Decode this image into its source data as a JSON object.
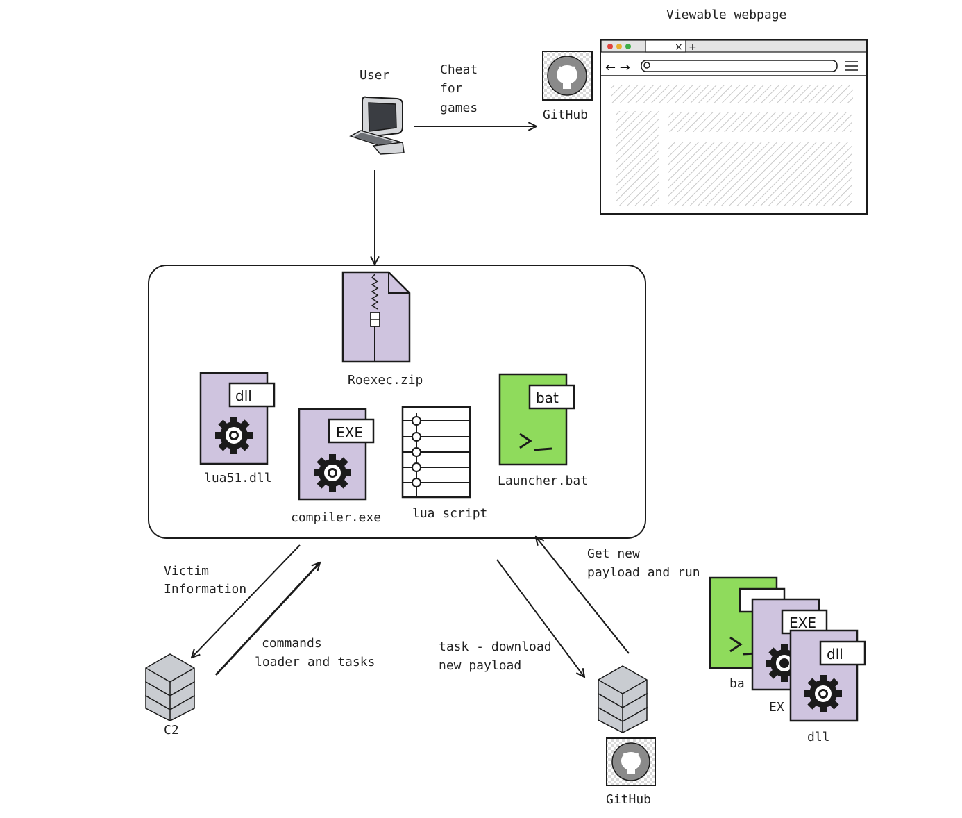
{
  "colors": {
    "purple_file": "#cfc4df",
    "green_file": "#8fdb5c",
    "server_gray": "#c9ccd1",
    "outline": "#1b1b1b",
    "hatch": "#c8c8c8",
    "github_circle": "#8a8a8a",
    "browser_red": "#e0443e",
    "browser_yellow": "#e8b030",
    "browser_green": "#3fae48"
  },
  "top": {
    "user_label": "User",
    "arrow_label_lines": [
      "Cheat",
      "for",
      "games"
    ],
    "github_label": "GitHub",
    "webpage_label": "Viewable webpage",
    "browser_tab_close": "×",
    "browser_tab_new": "+",
    "browser_nav": "← →"
  },
  "package": {
    "zip_label": "Roexec.zip",
    "files": [
      {
        "label": "lua51.dll",
        "tag": "dll",
        "icon": "gear-icon"
      },
      {
        "label": "compiler.exe",
        "tag": "EXE",
        "icon": "gear-icon"
      },
      {
        "label": "lua script",
        "tag": "",
        "icon": "list-icon"
      },
      {
        "label": "Launcher.bat",
        "tag": "bat",
        "icon": "terminal-icon"
      }
    ]
  },
  "bottom": {
    "c2_label": "C2",
    "victim_info_lines": [
      "Victim",
      "Information"
    ],
    "commands_lines": [
      "commands",
      "loader and tasks"
    ],
    "task_lines": [
      "task - download",
      "new payload"
    ],
    "get_payload_lines": [
      "Get new",
      "payload and run"
    ],
    "github_label": "GitHub",
    "payload_stack": {
      "bat_partial": "ba",
      "exe_partial": "EX",
      "exe_tag": "EXE",
      "dll_tag": "dll",
      "dll_label": "dll"
    }
  }
}
